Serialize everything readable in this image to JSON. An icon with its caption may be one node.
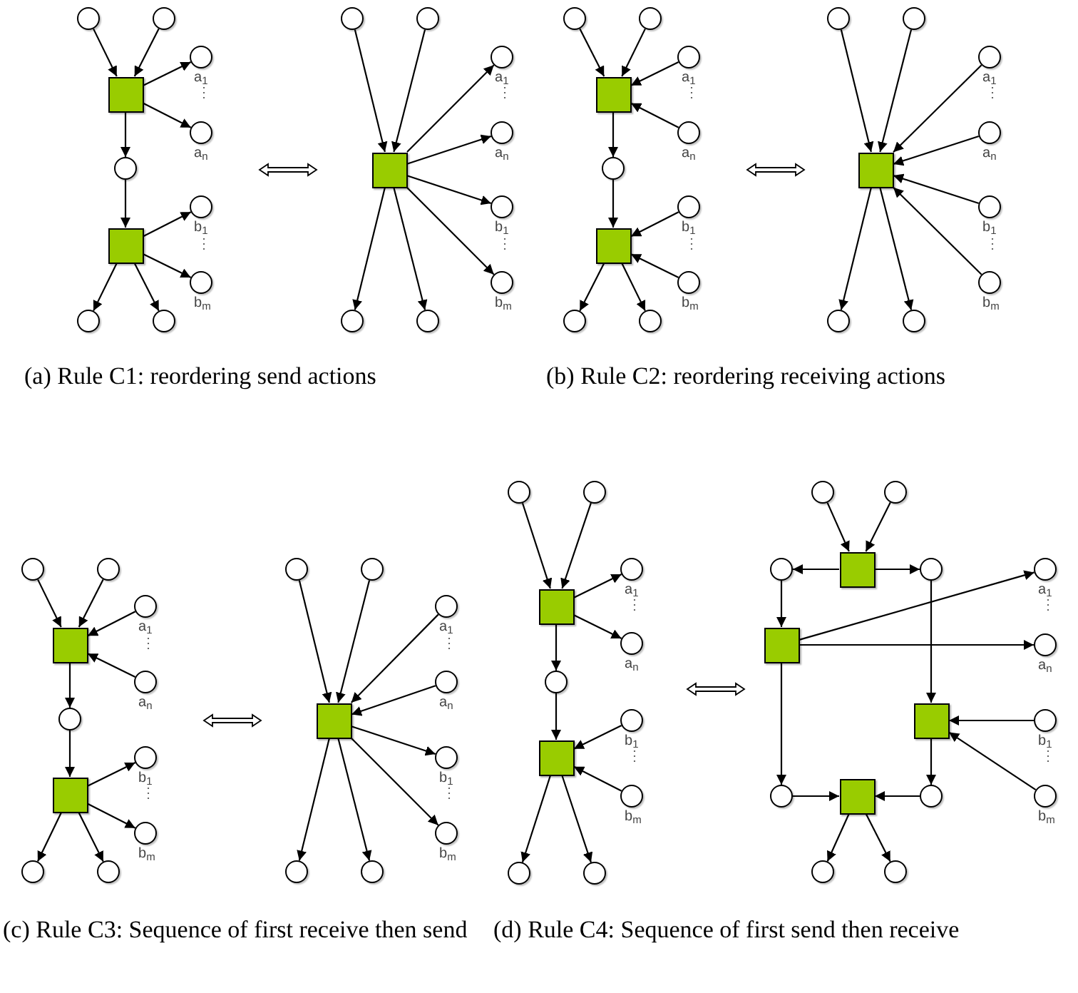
{
  "diagram": {
    "nodes": [
      {
        "text": [],
        "shape": "circle"
      },
      {
        "text": [],
        "shape": "circle"
      },
      {
        "text": [],
        "shape": "box"
      },
      {
        "text": [],
        "shape": "circle",
        "beside": [
          "a$_{1}$"
        ]
      },
      {
        "text": [],
        "shape": "circle",
        "beside": [
          "a$_{n}$"
        ]
      },
      {
        "text": [],
        "shape": "circle"
      },
      {
        "text": [],
        "shape": "box"
      },
      {
        "text": [],
        "shape": "circle",
        "beside": [
          "b$_{1}$"
        ]
      },
      {
        "text": [],
        "shape": "circle",
        "beside": [
          "b$_{m}$"
        ]
      },
      {
        "text": [],
        "shape": "circle"
      },
      {
        "text": [],
        "shape": "circle"
      },
      {
        "text": [],
        "shape": "circle"
      },
      {
        "text": [],
        "shape": "circle"
      },
      {
        "text": [],
        "shape": "circle",
        "beside": [
          "a$_{1}$"
        ]
      },
      {
        "text": [],
        "shape": "circle",
        "beside": [
          "a$_{n}$"
        ]
      },
      {
        "text": [],
        "shape": "box"
      },
      {
        "text": [],
        "shape": "circle",
        "beside": [
          "b$_{1}$"
        ]
      },
      {
        "text": [],
        "shape": "circle",
        "beside": [
          "b$_{m}$"
        ]
      },
      {
        "text": [],
        "shape": "circle"
      },
      {
        "text": [],
        "shape": "circle"
      },
      {
        "text": [],
        "shape": "circle"
      },
      {
        "text": [],
        "shape": "circle"
      },
      {
        "text": [],
        "shape": "box"
      },
      {
        "text": [],
        "shape": "circle",
        "beside": [
          "a$_{1}$"
        ]
      },
      {
        "text": [],
        "shape": "circle",
        "beside": [
          "a$_{n}$"
        ]
      },
      {
        "text": [],
        "shape": "circle"
      },
      {
        "text": [],
        "shape": "box"
      },
      {
        "text": [],
        "shape": "circle",
        "beside": [
          "b$_{1}$"
        ]
      },
      {
        "text": [],
        "shape": "circle",
        "beside": [
          "b$_{m}$"
        ]
      },
      {
        "text": [],
        "shape": "circle"
      },
      {
        "text": [],
        "shape": "circle"
      },
      {
        "text": [],
        "shape": "circle"
      },
      {
        "text": [],
        "shape": "circle"
      },
      {
        "text": [],
        "shape": "circle",
        "beside": [
          "a$_{1}$"
        ]
      },
      {
        "text": [],
        "shape": "circle",
        "beside": [
          "a$_{n}$"
        ]
      },
      {
        "text": [],
        "shape": "box"
      },
      {
        "text": [],
        "shape": "circle",
        "beside": [
          "b$_{1}$"
        ]
      },
      {
        "text": [],
        "shape": "circle",
        "beside": [
          "b$_{m}$"
        ]
      },
      {
        "text": [],
        "shape": "circle"
      },
      {
        "text": [],
        "shape": "circle"
      },
      {
        "text": [],
        "shape": "circle"
      },
      {
        "text": [],
        "shape": "circle"
      },
      {
        "text": [],
        "shape": "box"
      },
      {
        "text": [],
        "shape": "circle",
        "beside": [
          "a$_{1}$"
        ]
      },
      {
        "text": [],
        "shape": "circle",
        "beside": [
          "a$_{n}$"
        ]
      },
      {
        "text": [],
        "shape": "circle"
      },
      {
        "text": [],
        "shape": "box"
      },
      {
        "text": [],
        "shape": "circle",
        "beside": [
          "b$_{1}$"
        ]
      },
      {
        "text": [],
        "shape": "circle",
        "beside": [
          "b$_{m}$"
        ]
      },
      {
        "text": [],
        "shape": "circle"
      },
      {
        "text": [],
        "shape": "circle"
      },
      {
        "text": [],
        "shape": "circle"
      },
      {
        "text": [],
        "shape": "circle"
      },
      {
        "text": [],
        "shape": "circle",
        "beside": [
          "a$_{1}$"
        ]
      },
      {
        "text": [],
        "shape": "circle",
        "beside": [
          "a$_{n}$"
        ]
      },
      {
        "text": [],
        "shape": "box"
      },
      {
        "text": [],
        "shape": "circle",
        "beside": [
          "b$_{1}$"
        ]
      },
      {
        "text": [],
        "shape": "circle",
        "beside": [
          "b$_{m}$"
        ]
      },
      {
        "text": [],
        "shape": "circle"
      },
      {
        "text": [],
        "shape": "circle"
      },
      {
        "text": [],
        "shape": "circle"
      },
      {
        "text": [],
        "shape": "circle"
      },
      {
        "text": [],
        "shape": "box"
      },
      {
        "text": [],
        "shape": "circle",
        "beside": [
          "a$_{1}$"
        ]
      },
      {
        "text": [],
        "shape": "circle",
        "beside": [
          "a$_{n}$"
        ]
      },
      {
        "text": [],
        "shape": "circle"
      },
      {
        "text": [],
        "shape": "box"
      },
      {
        "text": [],
        "shape": "circle",
        "beside": [
          "b$_{1}$"
        ]
      },
      {
        "text": [],
        "shape": "circle",
        "beside": [
          "b$_{m}$"
        ]
      },
      {
        "text": [],
        "shape": "circle"
      },
      {
        "text": [],
        "shape": "circle"
      },
      {
        "text": [],
        "shape": "circle"
      },
      {
        "text": [],
        "shape": "circle"
      },
      {
        "text": [],
        "shape": "circle"
      },
      {
        "text": [],
        "shape": "box"
      },
      {
        "text": [],
        "shape": "circle"
      },
      {
        "text": [],
        "shape": "circle",
        "beside": [
          "a$_{1}$"
        ]
      },
      {
        "text": [],
        "shape": "box"
      },
      {
        "text": [],
        "shape": "circle",
        "beside": [
          "a$_{n}$"
        ]
      },
      {
        "text": [],
        "shape": "box"
      },
      {
        "text": [],
        "shape": "circle",
        "beside": [
          "b$_{1}$"
        ]
      },
      {
        "text": [],
        "shape": "circle"
      },
      {
        "text": [],
        "shape": "box"
      },
      {
        "text": [],
        "shape": "circle"
      },
      {
        "text": [],
        "shape": "circle",
        "beside": [
          "b$_{m}$"
        ]
      },
      {
        "text": [],
        "shape": "circle"
      },
      {
        "text": [],
        "shape": "circle"
      }
    ],
    "edges": [
      {
        "from": 0,
        "to": 2,
        "arrow": "to"
      },
      {
        "from": 1,
        "to": 2,
        "arrow": "to"
      },
      {
        "from": 2,
        "to": 3,
        "arrow": "to"
      },
      {
        "from": 2,
        "to": 4,
        "arrow": "to"
      },
      {
        "from": 2,
        "to": 5,
        "arrow": "to"
      },
      {
        "from": 5,
        "to": 6,
        "arrow": "to"
      },
      {
        "from": 6,
        "to": 7,
        "arrow": "to"
      },
      {
        "from": 6,
        "to": 8,
        "arrow": "to"
      },
      {
        "from": 6,
        "to": 9,
        "arrow": "to"
      },
      {
        "from": 6,
        "to": 10,
        "arrow": "to"
      },
      {
        "from": 11,
        "to": 15,
        "arrow": "to"
      },
      {
        "from": 12,
        "to": 15,
        "arrow": "to"
      },
      {
        "from": 15,
        "to": 13,
        "arrow": "to"
      },
      {
        "from": 15,
        "to": 14,
        "arrow": "to"
      },
      {
        "from": 15,
        "to": 16,
        "arrow": "to"
      },
      {
        "from": 15,
        "to": 17,
        "arrow": "to"
      },
      {
        "from": 15,
        "to": 18,
        "arrow": "to"
      },
      {
        "from": 15,
        "to": 19,
        "arrow": "to"
      },
      {
        "from": 20,
        "to": 22,
        "arrow": "to"
      },
      {
        "from": 21,
        "to": 22,
        "arrow": "to"
      },
      {
        "from": 23,
        "to": 22,
        "arrow": "to"
      },
      {
        "from": 24,
        "to": 22,
        "arrow": "to"
      },
      {
        "from": 22,
        "to": 25,
        "arrow": "to"
      },
      {
        "from": 25,
        "to": 26,
        "arrow": "to"
      },
      {
        "from": 27,
        "to": 26,
        "arrow": "to"
      },
      {
        "from": 28,
        "to": 26,
        "arrow": "to"
      },
      {
        "from": 26,
        "to": 29,
        "arrow": "to"
      },
      {
        "from": 26,
        "to": 30,
        "arrow": "to"
      },
      {
        "from": 31,
        "to": 35,
        "arrow": "to"
      },
      {
        "from": 32,
        "to": 35,
        "arrow": "to"
      },
      {
        "from": 33,
        "to": 35,
        "arrow": "to"
      },
      {
        "from": 34,
        "to": 35,
        "arrow": "to"
      },
      {
        "from": 36,
        "to": 35,
        "arrow": "to"
      },
      {
        "from": 37,
        "to": 35,
        "arrow": "to"
      },
      {
        "from": 35,
        "to": 38,
        "arrow": "to"
      },
      {
        "from": 35,
        "to": 39,
        "arrow": "to"
      },
      {
        "from": 40,
        "to": 42,
        "arrow": "to"
      },
      {
        "from": 41,
        "to": 42,
        "arrow": "to"
      },
      {
        "from": 43,
        "to": 42,
        "arrow": "to"
      },
      {
        "from": 44,
        "to": 42,
        "arrow": "to"
      },
      {
        "from": 42,
        "to": 45,
        "arrow": "to"
      },
      {
        "from": 45,
        "to": 46,
        "arrow": "to"
      },
      {
        "from": 46,
        "to": 47,
        "arrow": "to"
      },
      {
        "from": 46,
        "to": 48,
        "arrow": "to"
      },
      {
        "from": 46,
        "to": 49,
        "arrow": "to"
      },
      {
        "from": 46,
        "to": 50,
        "arrow": "to"
      },
      {
        "from": 51,
        "to": 55,
        "arrow": "to"
      },
      {
        "from": 52,
        "to": 55,
        "arrow": "to"
      },
      {
        "from": 53,
        "to": 55,
        "arrow": "to"
      },
      {
        "from": 54,
        "to": 55,
        "arrow": "to"
      },
      {
        "from": 55,
        "to": 56,
        "arrow": "to"
      },
      {
        "from": 55,
        "to": 57,
        "arrow": "to"
      },
      {
        "from": 55,
        "to": 58,
        "arrow": "to"
      },
      {
        "from": 55,
        "to": 59,
        "arrow": "to"
      },
      {
        "from": 60,
        "to": 62,
        "arrow": "to"
      },
      {
        "from": 61,
        "to": 62,
        "arrow": "to"
      },
      {
        "from": 62,
        "to": 63,
        "arrow": "to"
      },
      {
        "from": 62,
        "to": 64,
        "arrow": "to"
      },
      {
        "from": 62,
        "to": 65,
        "arrow": "to"
      },
      {
        "from": 65,
        "to": 66,
        "arrow": "to"
      },
      {
        "from": 67,
        "to": 66,
        "arrow": "to"
      },
      {
        "from": 68,
        "to": 66,
        "arrow": "to"
      },
      {
        "from": 66,
        "to": 69,
        "arrow": "to"
      },
      {
        "from": 66,
        "to": 70,
        "arrow": "to"
      },
      {
        "from": 71,
        "to": 74,
        "arrow": "to"
      },
      {
        "from": 72,
        "to": 74,
        "arrow": "to"
      },
      {
        "from": 74,
        "to": 73,
        "arrow": "to"
      },
      {
        "from": 74,
        "to": 75,
        "arrow": "to"
      },
      {
        "from": 73,
        "to": 77,
        "arrow": "to"
      },
      {
        "from": 77,
        "to": 76,
        "arrow": "to"
      },
      {
        "from": 77,
        "to": 78,
        "arrow": "to"
      },
      {
        "from": 77,
        "to": 81,
        "arrow": "to"
      },
      {
        "from": 75,
        "to": 79,
        "arrow": "to"
      },
      {
        "from": 80,
        "to": 79,
        "arrow": "to"
      },
      {
        "from": 84,
        "to": 79,
        "arrow": "to"
      },
      {
        "from": 79,
        "to": 83,
        "arrow": "to"
      },
      {
        "from": 81,
        "to": 82,
        "arrow": "to"
      },
      {
        "from": 83,
        "to": 82,
        "arrow": "to"
      },
      {
        "from": 82,
        "to": 85,
        "arrow": "to"
      },
      {
        "from": 82,
        "to": 86,
        "arrow": "to"
      }
    ],
    "labels": [
      "⋮",
      "⋮",
      "⋮",
      "⋮",
      "⋮",
      "⋮",
      "⋮",
      "⋮",
      "⋮",
      "⋮",
      "⋮",
      "⋮",
      "⋮",
      "⋮",
      "⋮",
      "⋮",
      "(a) Rule C1: reordering send actions",
      "(b) Rule C2: reordering receiving actions",
      "(c) Rule C3: Sequence of first receive then send",
      "(d) Rule C4: Sequence of first send then receive"
    ]
  }
}
